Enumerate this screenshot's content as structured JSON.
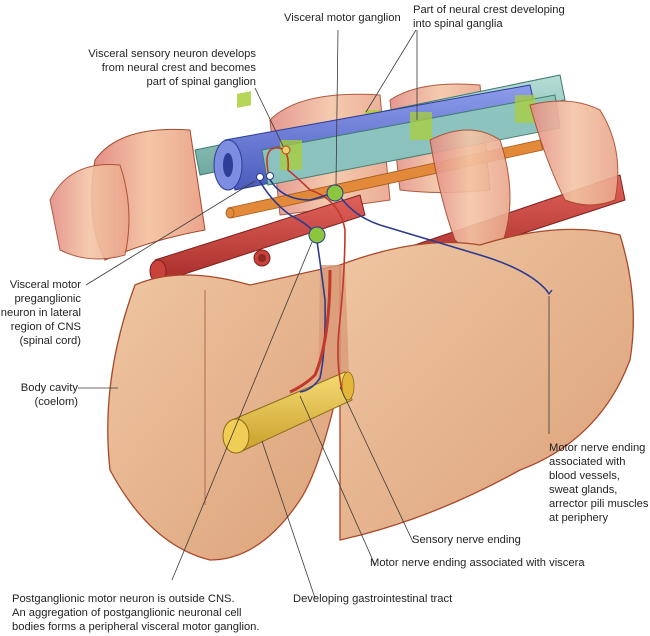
{
  "figure": {
    "subject": "Developing visceral nervous system in an embryo cross-section",
    "colors": {
      "body_tissue": "#e9b992",
      "body_outline": "#a8492b",
      "neural_tube": "#6e7fd6",
      "neural_crest": "#8fc7bd",
      "ganglion": "#8cc63f",
      "blood_vessel": "#c9423a",
      "gi_tract": "#e8c24a",
      "motor_nerve": "#2b3b8f",
      "sensory_nerve": "#c0392b",
      "somite": "#f0b999",
      "leader_line": "#3a3a3a"
    }
  },
  "labels": {
    "visceral_motor_ganglion": [
      "Visceral motor ganglion"
    ],
    "neural_crest_spinal_ganglia": [
      "Part of neural crest developing",
      "into spinal ganglia"
    ],
    "visceral_sensory_neuron": [
      "Visceral sensory neuron develops",
      "from neural crest and becomes",
      "part of spinal ganglion"
    ],
    "preganglionic_neuron": [
      "Visceral motor",
      "preganglionic",
      "neuron in lateral",
      "region of CNS",
      "(spinal cord)"
    ],
    "body_cavity": [
      "Body cavity",
      "(coelom)"
    ],
    "motor_nerve_periphery": [
      "Motor nerve ending",
      "associated with",
      "blood vessels,",
      "sweat glands,",
      "arrector pili muscles",
      "at periphery"
    ],
    "sensory_nerve_ending": [
      "Sensory nerve ending"
    ],
    "motor_nerve_viscera": [
      "Motor nerve ending associated with viscera"
    ],
    "gi_tract": [
      "Developing gastrointestinal tract"
    ],
    "postganglionic_neuron": [
      "Postganglionic motor neuron is outside CNS.",
      "An aggregation of postganglionic neuronal cell",
      "bodies forms a peripheral visceral motor ganglion."
    ]
  }
}
